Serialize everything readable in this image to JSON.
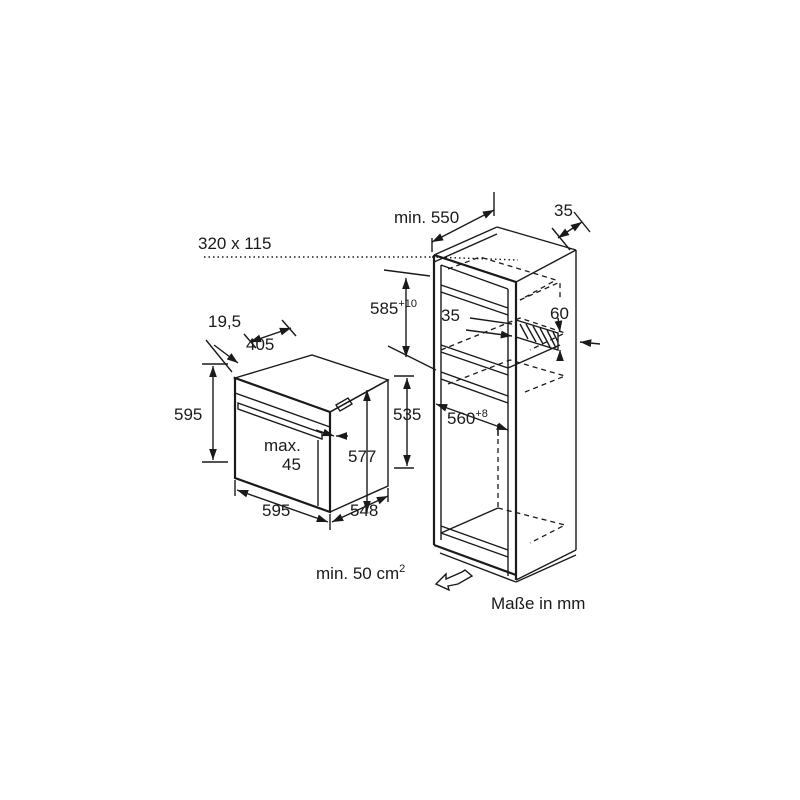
{
  "labels": {
    "min550": "min. 550",
    "d35_top": "35",
    "opening": "320 x 115",
    "niche_h": "585",
    "niche_h_tol": "+10",
    "d35_mid": "35",
    "d60": "60",
    "niche_w": "560",
    "niche_w_tol": "+8",
    "d19_5": "19,5",
    "d405": "405",
    "oven_h": "595",
    "d535": "535",
    "d577": "577",
    "max": "max.",
    "max_val": "45",
    "oven_w": "595",
    "oven_d": "548",
    "vent": "min. 50 cm",
    "vent_sup": "2",
    "units": "Maße in mm"
  }
}
